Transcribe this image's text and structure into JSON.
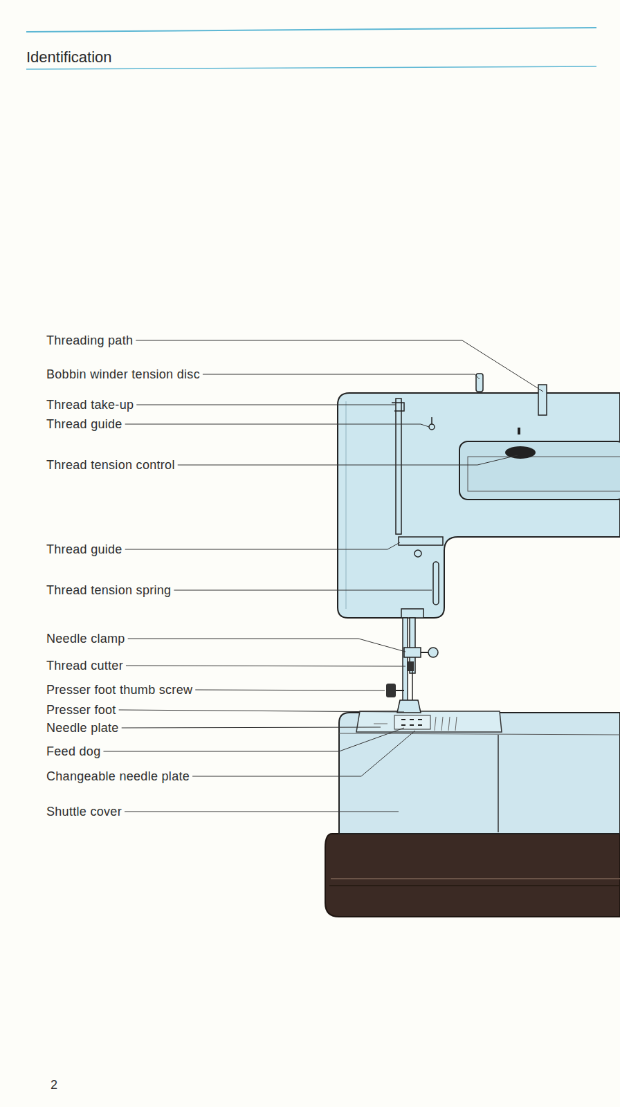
{
  "diagram": {
    "title": "Identification",
    "labels": [
      "Threading path",
      "Bobbin winder tension disc",
      "Thread take-up",
      "Thread guide",
      "Thread tension control",
      "Thread guide",
      "Thread tension spring",
      "Needle clamp",
      "Thread cutter",
      "Presser foot thumb screw",
      "Presser foot",
      "Needle plate",
      "Feed dog",
      "Changeable needle plate",
      "Shuttle cover",
      "2"
    ]
  }
}
